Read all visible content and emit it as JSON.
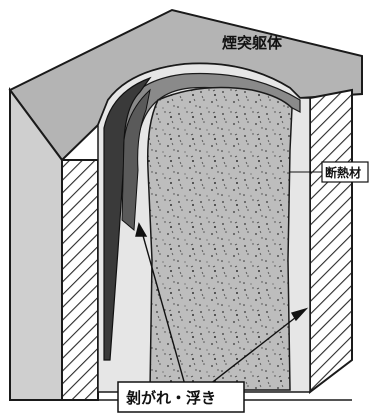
{
  "labels": {
    "chimney_body": "煙突躯体",
    "insulation": "断熱材",
    "peeling_floating": "剝がれ・浮き"
  },
  "colors": {
    "top_face": "#b4b4b4",
    "front_face": "#cfcfcf",
    "dark_band": "#3a3a3a",
    "mid_band": "#8a8a8a",
    "core": "#bdbdbd",
    "liner_gap": "#e6e6e6"
  }
}
